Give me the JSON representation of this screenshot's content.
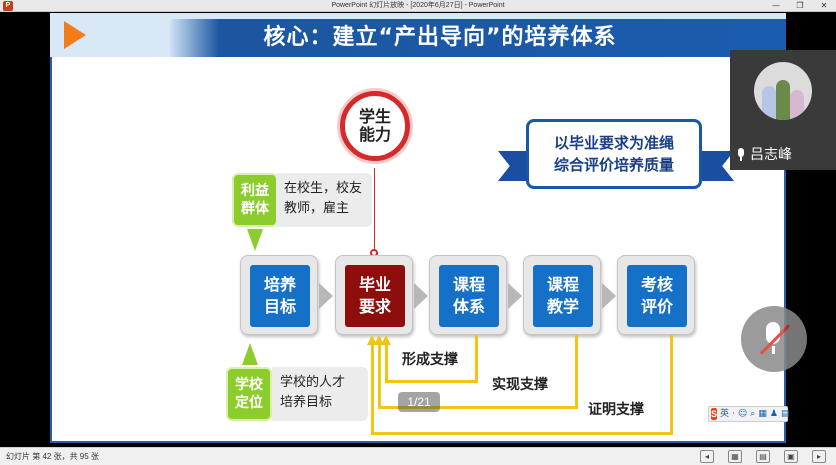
{
  "window": {
    "app_icon": "P",
    "title": "PowerPoint 幻灯片放映 - [2020年6月27日] - PowerPoint",
    "minimize": "—",
    "restore": "❐",
    "close": "✕"
  },
  "slide": {
    "title": "核心：建立“产出导向”的培养体系",
    "center": {
      "line1": "学生",
      "line2": "能力"
    },
    "banner": {
      "line1": "以毕业要求为准绳",
      "line2": "综合评价培养质量"
    },
    "tag_top": {
      "label": "利益群体",
      "note_line1": "在校生，校友",
      "note_line2": "教师，雇主"
    },
    "tag_bottom": {
      "label": "学校定位",
      "note_line1": "学校的人才",
      "note_line2": "培养目标"
    },
    "steps": [
      {
        "line1": "培养",
        "line2": "目标"
      },
      {
        "line1": "毕业",
        "line2": "要求"
      },
      {
        "line1": "课程",
        "line2": "体系"
      },
      {
        "line1": "课程",
        "line2": "教学"
      },
      {
        "line1": "考核",
        "line2": "评价"
      }
    ],
    "supports": [
      "形成支撑",
      "实现支撑",
      "证明支撑"
    ],
    "colors": {
      "step_blue": "#1570c8",
      "step_red": "#8e0d0d",
      "tag_green": "#8ccc2c",
      "support_yellow": "#f2c416",
      "circle_red": "#d42a2a"
    }
  },
  "page_overlay": "1/21",
  "ime": {
    "logo": "S",
    "items": [
      "英",
      "·",
      "☺",
      "⌕",
      "▦",
      "♟",
      "▤"
    ]
  },
  "video": {
    "speaker_name": "吕志峰",
    "icons": [
      "mic-icon",
      "mic-muted-icon"
    ]
  },
  "statusbar": {
    "text": "幻灯片 第 42 张，共 95 张",
    "icons": [
      "◂",
      "▦",
      "▤",
      "▣",
      "▸"
    ]
  }
}
